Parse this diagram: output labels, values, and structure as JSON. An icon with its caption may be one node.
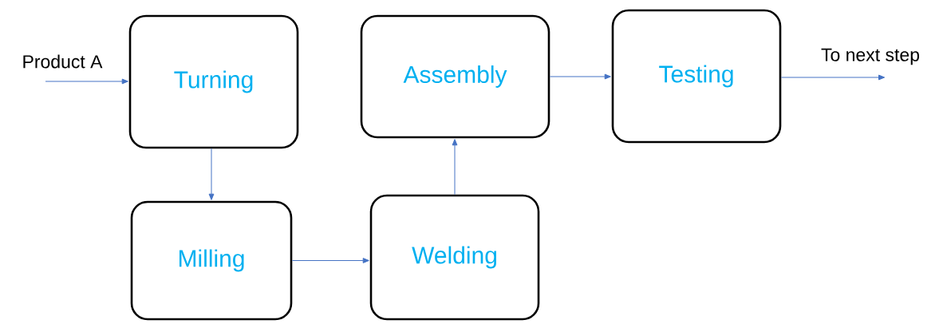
{
  "diagram": {
    "nodes": [
      {
        "text": [
          "Turning"
        ]
      },
      {
        "text": [
          "Milling"
        ]
      },
      {
        "text": [
          "Welding"
        ]
      },
      {
        "text": [
          "Assembly"
        ]
      },
      {
        "text": [
          "Testing"
        ]
      }
    ],
    "edges": [
      {
        "from": null,
        "to": 0,
        "arrow": "to",
        "label": "Product A"
      },
      {
        "from": 0,
        "to": 1,
        "arrow": "to"
      },
      {
        "from": 1,
        "to": 2,
        "arrow": "to"
      },
      {
        "from": 2,
        "to": 3,
        "arrow": "to"
      },
      {
        "from": 3,
        "to": 4,
        "arrow": "to"
      },
      {
        "from": 4,
        "to": null,
        "arrow": "to",
        "label": "To next step"
      }
    ]
  }
}
